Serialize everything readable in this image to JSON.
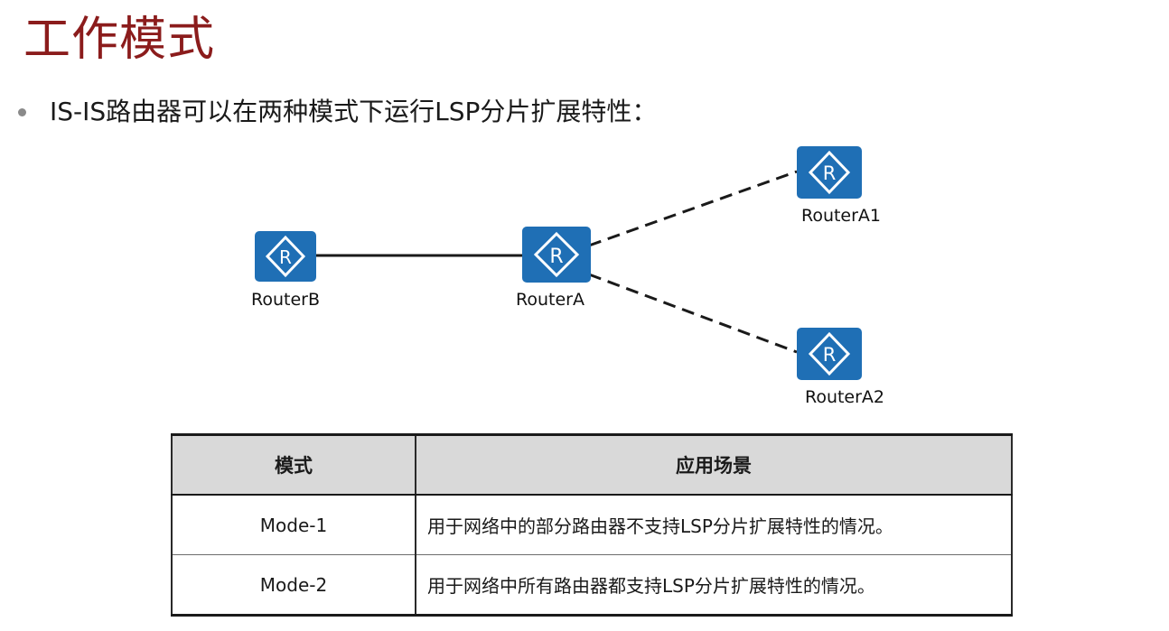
{
  "title": "工作模式",
  "bullet": "IS-IS路由器可以在两种模式下运行LSP分片扩展特性：",
  "diagram": {
    "routers": [
      {
        "id": "routerb",
        "label": "RouterB"
      },
      {
        "id": "routera",
        "label": "RouterA"
      },
      {
        "id": "routera1",
        "label": "RouterA1"
      },
      {
        "id": "routera2",
        "label": "RouterA2"
      }
    ],
    "icon_glyph": "R",
    "icon_color": "#1f6fb5",
    "links": [
      {
        "from": "RouterB",
        "to": "RouterA",
        "style": "solid"
      },
      {
        "from": "RouterA",
        "to": "RouterA1",
        "style": "dashed"
      },
      {
        "from": "RouterA",
        "to": "RouterA2",
        "style": "dashed"
      }
    ]
  },
  "table": {
    "headers": [
      "模式",
      "应用场景"
    ],
    "header_bg": "#d9d9d9",
    "rows": [
      {
        "mode": "Mode-1",
        "scenario": "用于网络中的部分路由器不支持LSP分片扩展特性的情况。"
      },
      {
        "mode": "Mode-2",
        "scenario": "用于网络中所有路由器都支持LSP分片扩展特性的情况。"
      }
    ]
  },
  "colors": {
    "title": "#8b1c1c",
    "bullet_dot": "#8a8a8a"
  }
}
